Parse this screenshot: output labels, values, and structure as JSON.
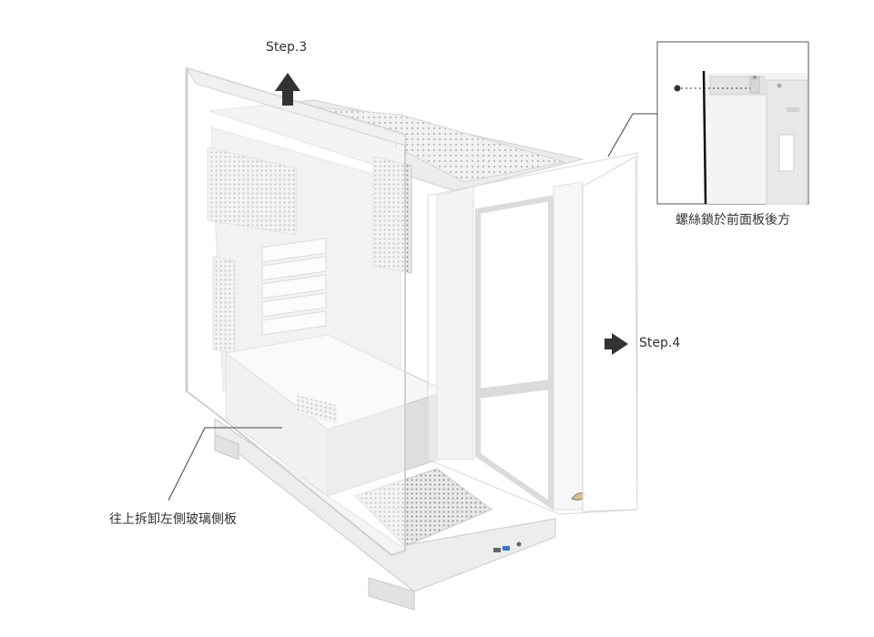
{
  "labels": {
    "step3": "Step.3",
    "step4": "Step.4",
    "side_panel_caption": "往上拆卸左側玻璃側板",
    "screw_caption": "螺絲鎖於前面板後方"
  },
  "icons": {
    "up_arrow": "arrow-up-icon",
    "right_arrow": "arrow-right-icon"
  },
  "colors": {
    "arrow": "#333333",
    "case_body": "#f2f2f2",
    "line": "#444444"
  }
}
